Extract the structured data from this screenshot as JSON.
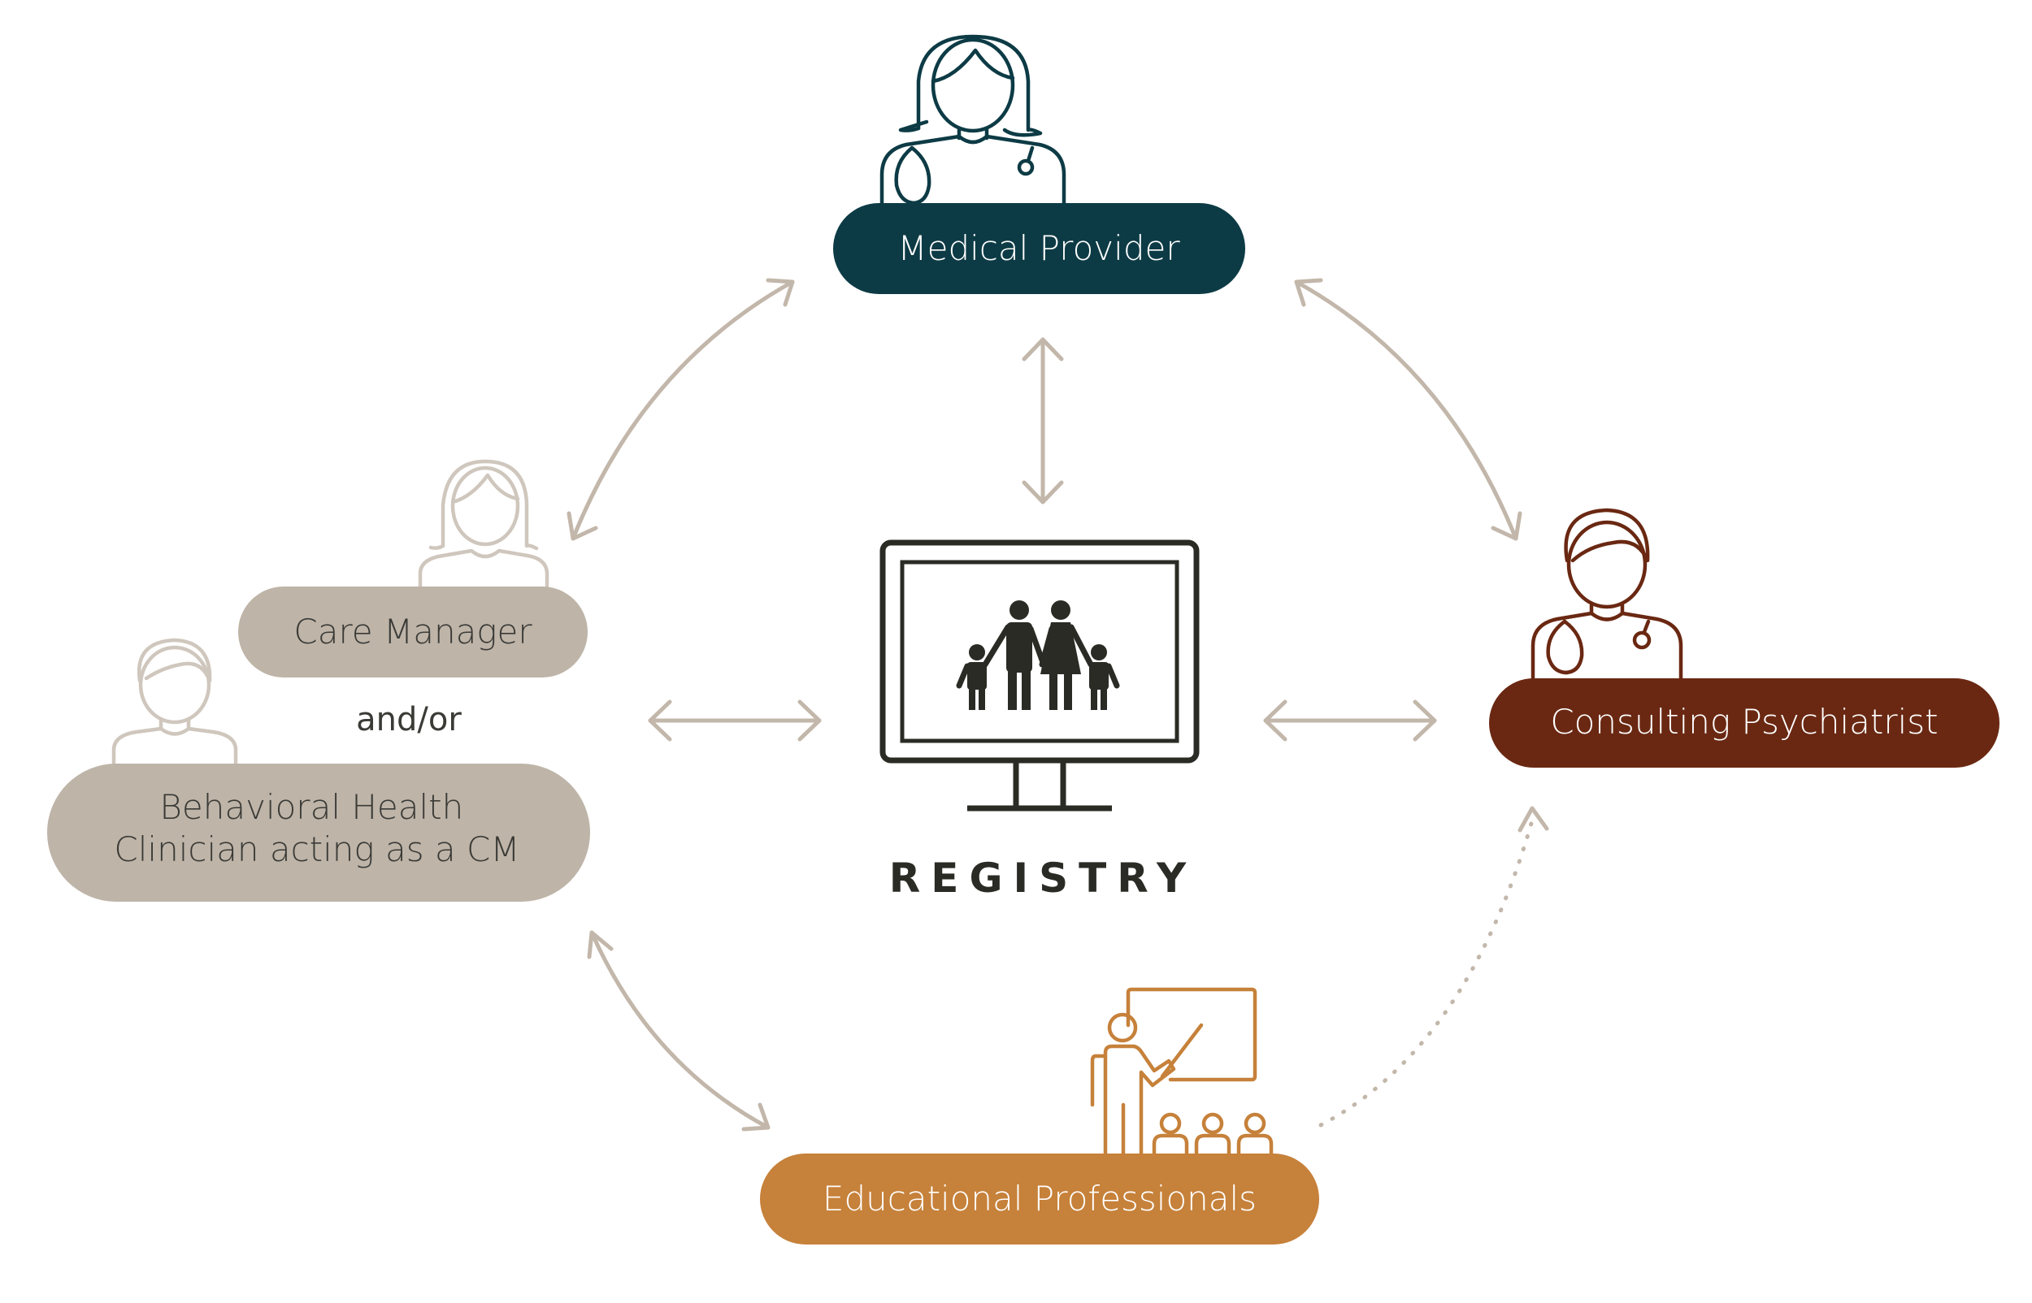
{
  "colors": {
    "medical_provider": "#0d3b45",
    "consulting_psychiatrist": "#6a2812",
    "educational_professionals": "#c6813a",
    "care_team": "#beb4a8",
    "arrow": "#c2b7aa",
    "registry": "#2b2b26"
  },
  "nodes": {
    "medical_provider": {
      "label": "Medical Provider",
      "icon": "female-doctor-icon"
    },
    "care_manager": {
      "label": "Care Manager",
      "icon": "female-person-icon"
    },
    "connector": {
      "label": "and/or"
    },
    "behavioral_health": {
      "line1": "Behavioral Health",
      "line2": "Clinician acting as a CM",
      "icon": "male-person-icon"
    },
    "consulting_psychiatrist": {
      "label": "Consulting Psychiatrist",
      "icon": "male-doctor-icon"
    },
    "educational_professionals": {
      "label": "Educational Professionals",
      "icon": "teacher-classroom-icon"
    },
    "registry": {
      "label": "REGISTRY",
      "icon": "monitor-family-icon"
    }
  }
}
